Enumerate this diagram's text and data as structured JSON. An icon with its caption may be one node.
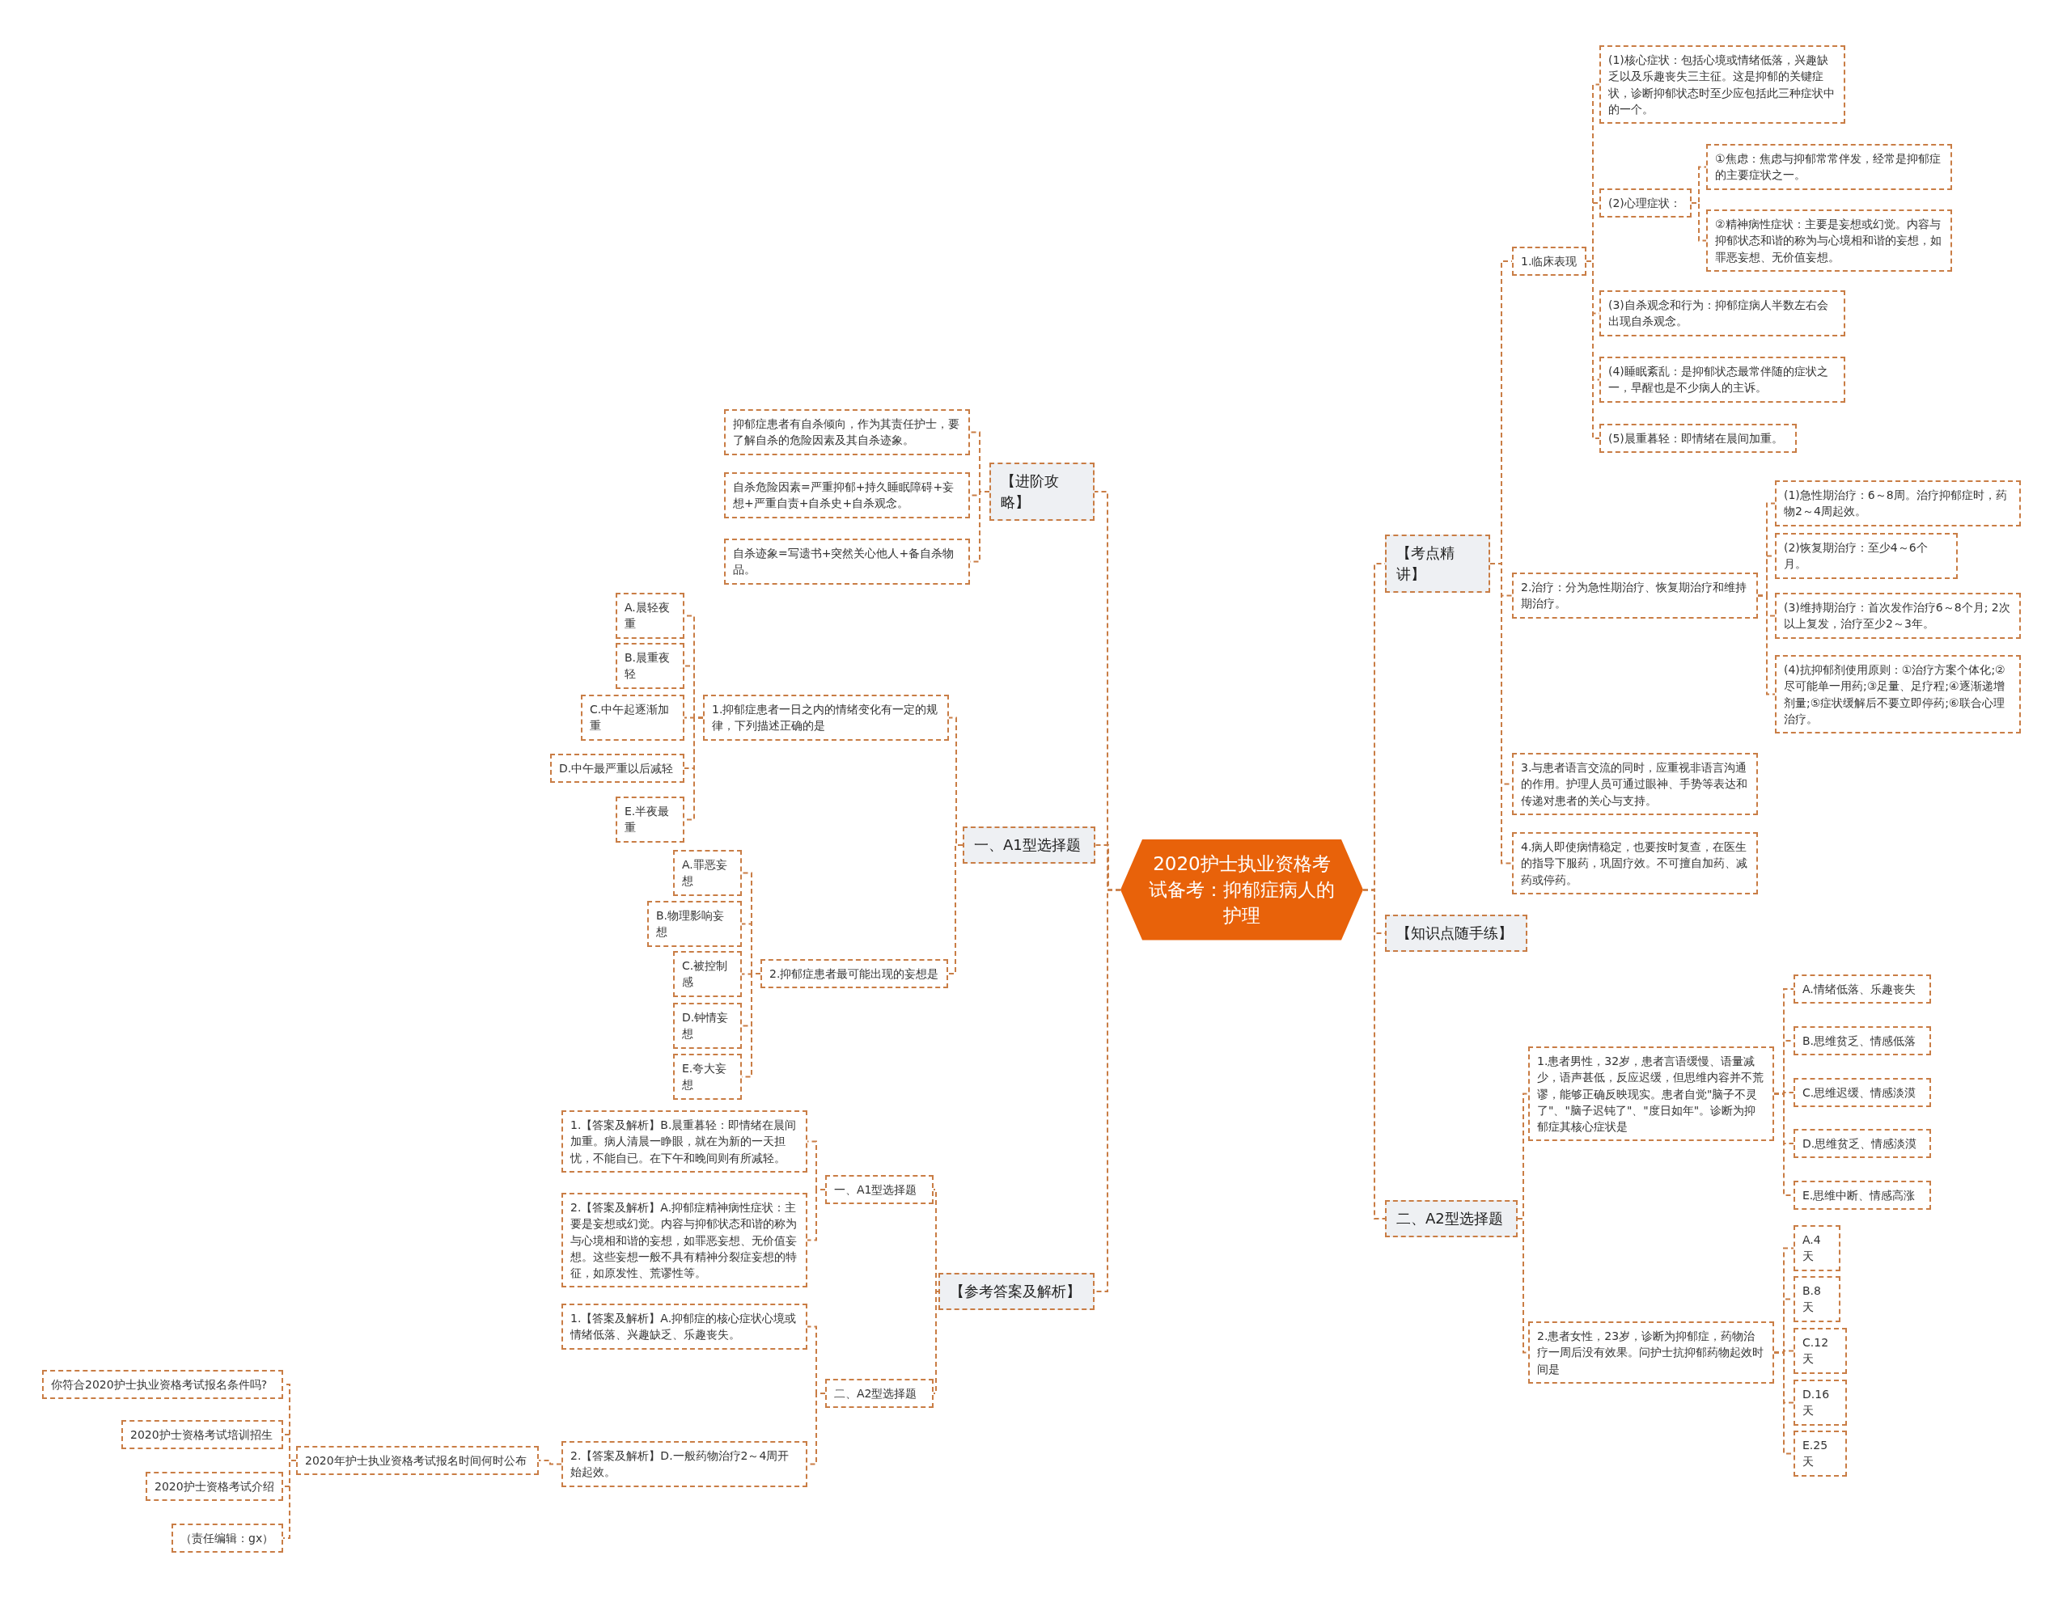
{
  "diagram": {
    "nodes": [
      {
        "text": [
          "2020护士执业资格考试备考：抑郁症病人的护理"
        ]
      },
      {
        "text": [
          "【进阶攻略】"
        ]
      },
      {
        "text": [
          "抑郁症患者有自杀倾向，作为其责任护士，要了解自杀的危险因素及其自杀迹象。"
        ]
      },
      {
        "text": [
          "自杀危险因素=严重抑郁+持久睡眠障碍+妄想+严重自责+自杀史+自杀观念。"
        ]
      },
      {
        "text": [
          "自杀迹象=写遗书+突然关心他人+备自杀物品。"
        ]
      },
      {
        "text": [
          "一、A1型选择题"
        ]
      },
      {
        "text": [
          "1.抑郁症患者一日之内的情绪变化有一定的规律，下列描述正确的是"
        ]
      },
      {
        "text": [
          "A.晨轻夜重"
        ]
      },
      {
        "text": [
          "B.晨重夜轻"
        ]
      },
      {
        "text": [
          "C.中午起逐渐加重"
        ]
      },
      {
        "text": [
          "D.中午最严重以后减轻"
        ]
      },
      {
        "text": [
          "E.半夜最重"
        ]
      },
      {
        "text": [
          "2.抑郁症患者最可能出现的妄想是"
        ]
      },
      {
        "text": [
          "A.罪恶妄想"
        ]
      },
      {
        "text": [
          "B.物理影响妄想"
        ]
      },
      {
        "text": [
          "C.被控制感"
        ]
      },
      {
        "text": [
          "D.钟情妄想"
        ]
      },
      {
        "text": [
          "E.夸大妄想"
        ]
      },
      {
        "text": [
          "【参考答案及解析】"
        ]
      },
      {
        "text": [
          "一、A1型选择题"
        ]
      },
      {
        "text": [
          "1.【答案及解析】B.晨重暮轻：即情绪在晨间加重。病人清晨一睁眼，就在为新的一天担忧，不能自已。在下午和晚间则有所减轻。"
        ]
      },
      {
        "text": [
          "2.【答案及解析】A.抑郁症精神病性症状：主要是妄想或幻觉。内容与抑郁状态和谐的称为与心境相和谐的妄想，如罪恶妄想、无价值妄想。这些妄想一般不具有精神分裂症妄想的特征，如原发性、荒谬性等。"
        ]
      },
      {
        "text": [
          "二、A2型选择题"
        ]
      },
      {
        "text": [
          "1.【答案及解析】A.抑郁症的核心症状心境或情绪低落、兴趣缺乏、乐趣丧失。"
        ]
      },
      {
        "text": [
          "2.【答案及解析】D.一般药物治疗2～4周开始起效。"
        ]
      },
      {
        "text": [
          "2020年护士执业资格考试报名时间何时公布"
        ]
      },
      {
        "text": [
          "你符合2020护士执业资格考试报名条件吗?"
        ]
      },
      {
        "text": [
          "2020护士资格考试培训招生"
        ]
      },
      {
        "text": [
          "2020护士资格考试介绍"
        ]
      },
      {
        "text": [
          "（责任编辑：gx）"
        ]
      },
      {
        "text": [
          "【考点精讲】"
        ]
      },
      {
        "text": [
          "1.临床表现"
        ]
      },
      {
        "text": [
          "(1)核心症状：包括心境或情绪低落，兴趣缺乏以及乐趣丧失三主征。这是抑郁的关键症状，诊断抑郁状态时至少应包括此三种症状中的一个。"
        ]
      },
      {
        "text": [
          "(2)心理症状："
        ]
      },
      {
        "text": [
          "①焦虑：焦虑与抑郁常常伴发，经常是抑郁症的主要症状之一。"
        ]
      },
      {
        "text": [
          "②精神病性症状：主要是妄想或幻觉。内容与抑郁状态和谐的称为与心境相和谐的妄想，如罪恶妄想、无价值妄想。"
        ]
      },
      {
        "text": [
          "(3)自杀观念和行为：抑郁症病人半数左右会出现自杀观念。"
        ]
      },
      {
        "text": [
          "(4)睡眠紊乱：是抑郁状态最常伴随的症状之一，早醒也是不少病人的主诉。"
        ]
      },
      {
        "text": [
          "(5)晨重暮轻：即情绪在晨间加重。"
        ]
      },
      {
        "text": [
          "2.治疗：分为急性期治疗、恢复期治疗和维持期治疗。"
        ]
      },
      {
        "text": [
          "(1)急性期治疗：6～8周。治疗抑郁症时，药物2～4周起效。"
        ]
      },
      {
        "text": [
          "(2)恢复期治疗：至少4～6个月。"
        ]
      },
      {
        "text": [
          "(3)维持期治疗：首次发作治疗6～8个月; 2次以上复发，治疗至少2～3年。"
        ]
      },
      {
        "text": [
          "(4)抗抑郁剂使用原则：①治疗方案个体化;②尽可能单一用药;③足量、足疗程;④逐渐递增剂量;⑤症状缓解后不要立即停药;⑥联合心理治疗。"
        ]
      },
      {
        "text": [
          "3.与患者语言交流的同时，应重视非语言沟通的作用。护理人员可通过眼神、手势等表达和传递对患者的关心与支持。"
        ]
      },
      {
        "text": [
          "4.病人即使病情稳定，也要按时复查，在医生的指导下服药，巩固疗效。不可擅自加药、减药或停药。"
        ]
      },
      {
        "text": [
          "【知识点随手练】"
        ]
      },
      {
        "text": [
          "二、A2型选择题"
        ]
      },
      {
        "text": [
          "1.患者男性，32岁，患者言语缓慢、语量减少，语声甚低，反应迟缓，但思维内容并不荒谬，能够正确反映现实。患者自觉\"脑子不灵了\"、\"脑子迟钝了\"、\"度日如年\"。诊断为抑郁症其核心症状是"
        ]
      },
      {
        "text": [
          "A.情绪低落、乐趣丧失"
        ]
      },
      {
        "text": [
          "B.思维贫乏、情感低落"
        ]
      },
      {
        "text": [
          "C.思维迟缓、情感淡漠"
        ]
      },
      {
        "text": [
          "D.思维贫乏、情感淡漠"
        ]
      },
      {
        "text": [
          "E.思维中断、情感高涨"
        ]
      },
      {
        "text": [
          "2.患者女性，23岁，诊断为抑郁症，药物治疗一周后没有效果。问护士抗抑郁药物起效时间是"
        ]
      },
      {
        "text": [
          "A.4天"
        ]
      },
      {
        "text": [
          "B.8天"
        ]
      },
      {
        "text": [
          "C.12天"
        ]
      },
      {
        "text": [
          "D.16天"
        ]
      },
      {
        "text": [
          "E.25天"
        ]
      }
    ],
    "edges": [
      {
        "from": 0,
        "to": 1,
        "arrow": "none"
      },
      {
        "from": 1,
        "to": 2,
        "arrow": "none"
      },
      {
        "from": 1,
        "to": 3,
        "arrow": "none"
      },
      {
        "from": 1,
        "to": 4,
        "arrow": "none"
      },
      {
        "from": 0,
        "to": 5,
        "arrow": "none"
      },
      {
        "from": 5,
        "to": 6,
        "arrow": "none"
      },
      {
        "from": 6,
        "to": 7,
        "arrow": "none"
      },
      {
        "from": 6,
        "to": 8,
        "arrow": "none"
      },
      {
        "from": 6,
        "to": 9,
        "arrow": "none"
      },
      {
        "from": 6,
        "to": 10,
        "arrow": "none"
      },
      {
        "from": 6,
        "to": 11,
        "arrow": "none"
      },
      {
        "from": 5,
        "to": 12,
        "arrow": "none"
      },
      {
        "from": 12,
        "to": 13,
        "arrow": "none"
      },
      {
        "from": 12,
        "to": 14,
        "arrow": "none"
      },
      {
        "from": 12,
        "to": 15,
        "arrow": "none"
      },
      {
        "from": 12,
        "to": 16,
        "arrow": "none"
      },
      {
        "from": 12,
        "to": 17,
        "arrow": "none"
      },
      {
        "from": 0,
        "to": 18,
        "arrow": "none"
      },
      {
        "from": 18,
        "to": 19,
        "arrow": "none"
      },
      {
        "from": 19,
        "to": 20,
        "arrow": "none"
      },
      {
        "from": 19,
        "to": 21,
        "arrow": "none"
      },
      {
        "from": 18,
        "to": 22,
        "arrow": "none"
      },
      {
        "from": 22,
        "to": 23,
        "arrow": "none"
      },
      {
        "from": 22,
        "to": 24,
        "arrow": "none"
      },
      {
        "from": 24,
        "to": 25,
        "arrow": "none"
      },
      {
        "from": 25,
        "to": 26,
        "arrow": "none"
      },
      {
        "from": 25,
        "to": 27,
        "arrow": "none"
      },
      {
        "from": 25,
        "to": 28,
        "arrow": "none"
      },
      {
        "from": 25,
        "to": 29,
        "arrow": "none"
      },
      {
        "from": 0,
        "to": 30,
        "arrow": "none"
      },
      {
        "from": 30,
        "to": 31,
        "arrow": "none"
      },
      {
        "from": 31,
        "to": 32,
        "arrow": "none"
      },
      {
        "from": 31,
        "to": 33,
        "arrow": "none"
      },
      {
        "from": 33,
        "to": 34,
        "arrow": "none"
      },
      {
        "from": 33,
        "to": 35,
        "arrow": "none"
      },
      {
        "from": 31,
        "to": 36,
        "arrow": "none"
      },
      {
        "from": 31,
        "to": 37,
        "arrow": "none"
      },
      {
        "from": 31,
        "to": 38,
        "arrow": "none"
      },
      {
        "from": 30,
        "to": 39,
        "arrow": "none"
      },
      {
        "from": 39,
        "to": 40,
        "arrow": "none"
      },
      {
        "from": 39,
        "to": 41,
        "arrow": "none"
      },
      {
        "from": 39,
        "to": 42,
        "arrow": "none"
      },
      {
        "from": 39,
        "to": 43,
        "arrow": "none"
      },
      {
        "from": 30,
        "to": 44,
        "arrow": "none"
      },
      {
        "from": 30,
        "to": 45,
        "arrow": "none"
      },
      {
        "from": 0,
        "to": 46,
        "arrow": "none"
      },
      {
        "from": 0,
        "to": 47,
        "arrow": "none"
      },
      {
        "from": 47,
        "to": 48,
        "arrow": "none"
      },
      {
        "from": 48,
        "to": 49,
        "arrow": "none"
      },
      {
        "from": 48,
        "to": 50,
        "arrow": "none"
      },
      {
        "from": 48,
        "to": 51,
        "arrow": "none"
      },
      {
        "from": 48,
        "to": 52,
        "arrow": "none"
      },
      {
        "from": 48,
        "to": 53,
        "arrow": "none"
      },
      {
        "from": 47,
        "to": 54,
        "arrow": "none"
      },
      {
        "from": 54,
        "to": 55,
        "arrow": "none"
      },
      {
        "from": 54,
        "to": 56,
        "arrow": "none"
      },
      {
        "from": 54,
        "to": 57,
        "arrow": "none"
      },
      {
        "from": 54,
        "to": 58,
        "arrow": "none"
      },
      {
        "from": 54,
        "to": 59,
        "arrow": "none"
      }
    ]
  }
}
